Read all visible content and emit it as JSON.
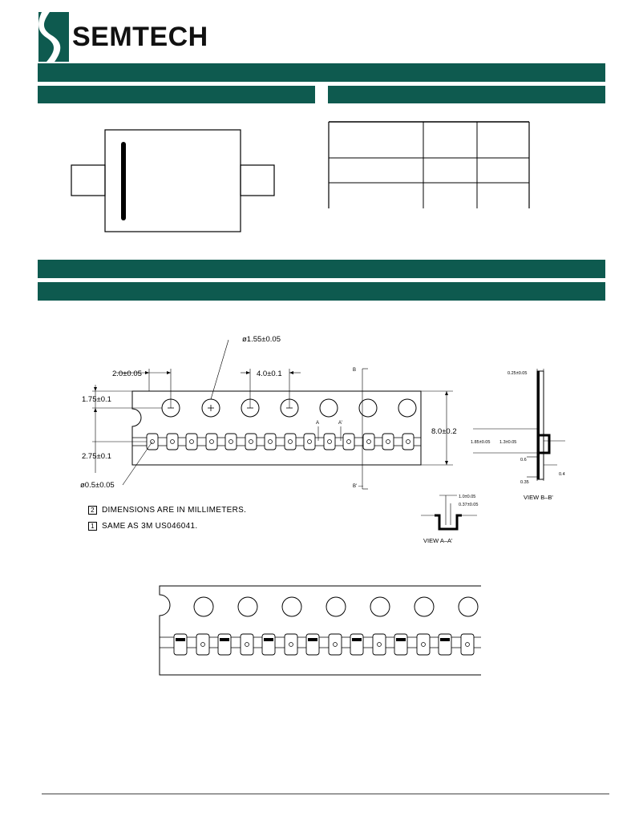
{
  "brand": {
    "name": "SEMTECH",
    "colors": {
      "band": "#0e5a4f",
      "logo_green": "#0e5a4f",
      "text": "#111111"
    }
  },
  "table": {
    "rows": 3,
    "cols": 3
  },
  "dimensions": {
    "sprocket_hole_dia": "ø1.55±0.05",
    "edge_to_hole": "2.0±0.05",
    "hole_pitch": "4.0±0.1",
    "edge_to_center": "1.75±0.1",
    "center_to_pocket": "2.75±0.1",
    "pocket_hole_dia": "ø0.5±0.05",
    "tape_width": "8.0±0.2",
    "section_b_top": "B",
    "section_b_bottom": "B' —",
    "section_a": "A",
    "section_a_prime": "A'",
    "thickness": "0.25±0.05",
    "pocket_width_b": "1.85±0.05",
    "pocket_depth_b": "1.3±0.05",
    "dim_06": "0.6",
    "dim_04": "0.4",
    "dim_035": "0.35",
    "pocket_length_a": "1.0±0.05",
    "pocket_hole_a": "0.37±0.05",
    "view_bb": "VIEW B–B'",
    "view_aa": "VIEW A–A'"
  },
  "notes": [
    {
      "num": "2",
      "text": "DIMENSIONS ARE IN MILLIMETERS."
    },
    {
      "num": "1",
      "text": "SAME AS 3M US046041."
    }
  ]
}
